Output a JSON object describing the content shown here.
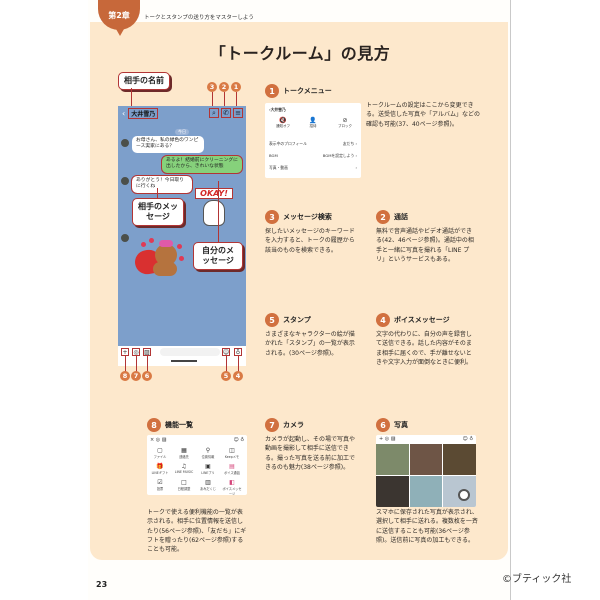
{
  "header": {
    "chapter_badge": "第2章",
    "chapter_subtitle": "トークとスタンプの送り方をマスターしよう",
    "page_title": "「トークルーム」の見方"
  },
  "diagram": {
    "name_label": "相手の名前",
    "contact_name": "大井雪乃",
    "date_chip": "今日",
    "messages": [
      {
        "side": "other",
        "text": "お母さん、私の緑色のワンピース実家にある？"
      },
      {
        "side": "mine",
        "text": "あるよ！結婚前にクリーニングに出したから、きれいな状態"
      },
      {
        "side": "other",
        "text": "ありがとう！今日取りに行くね"
      }
    ],
    "other_message_label": "相手のメッセージ",
    "my_message_label": "自分のメッセージ",
    "sticker_text": "OKAY!",
    "top_numbers": [
      "3",
      "2",
      "1"
    ],
    "bottom_numbers_left": [
      "8",
      "7",
      "6"
    ],
    "bottom_numbers_right": [
      "5",
      "4"
    ],
    "header_icons": [
      "search-icon",
      "phone-icon",
      "menu-icon"
    ],
    "input_icons": [
      "plus-icon",
      "camera-icon",
      "image-icon",
      "emoji-icon",
      "mic-icon"
    ]
  },
  "sections": [
    {
      "num": "1",
      "title": "トークメニュー",
      "text": "トークルームの設定はここから変更できる。送受信した写真や「アルバム」などの確認も可能(37、40ページ参照)。"
    },
    {
      "num": "2",
      "title": "通話",
      "text": "無料で音声通話やビデオ通話ができる(42、46ページ参照)。通話中の相手と一緒に写真を撮れる「LINE プリ」というサービスもある。"
    },
    {
      "num": "3",
      "title": "メッセージ検索",
      "text": "探したいメッセージのキーワードを入力すると、トークの履歴から該当のものを検索できる。"
    },
    {
      "num": "4",
      "title": "ボイスメッセージ",
      "text": "文字の代わりに、自分の声を録音して送信できる。話した内容がそのまま相手に届くので、手が離せないときや文字入力が面倒なときに便利。"
    },
    {
      "num": "5",
      "title": "スタンプ",
      "text": "さまざまなキャラクターの絵が描かれた「スタンプ」の一覧が表示される。(30ページ参照)。"
    },
    {
      "num": "6",
      "title": "写真",
      "text": "スマホに保存された写真が表示され、選択して相手に送れる。複数枚を一斉に送信することも可能(36ページ参照)。送信前に写真の加工もできる。"
    },
    {
      "num": "7",
      "title": "カメラ",
      "text": "カメラが起動し、その場で写真や動画を撮影して相手に送信できる。撮った写真を送る前に加工できるのも魅力(38ページ参照)。"
    },
    {
      "num": "8",
      "title": "機能一覧",
      "text": "トークで使える便利機能の一覧が表示される。相手に位置情報を送信したり(56ページ参照)、「友だち」にギフトを贈ったり(62ページ参照)することも可能。"
    }
  ],
  "menu_screenshot": {
    "name": "大井雪乃",
    "items": [
      {
        "icon": "🔇",
        "label": "通知オフ"
      },
      {
        "icon": "👤",
        "label": "招待"
      },
      {
        "icon": "⊘",
        "label": "ブロック"
      }
    ],
    "rows": [
      {
        "label": "表示中のプロフィール",
        "value": "友だち ›"
      },
      {
        "label": "BGM",
        "value": "BGMを設定しよう ›"
      },
      {
        "label": "写真・動画",
        "value": "›"
      }
    ]
  },
  "feature_grid": {
    "items": [
      {
        "icon": "▢",
        "label": "ファイル"
      },
      {
        "icon": "▦",
        "label": "連絡先"
      },
      {
        "icon": "⚲",
        "label": "位置情報"
      },
      {
        "icon": "◫",
        "label": "Keepメモ"
      },
      {
        "icon": "🎁",
        "label": "LINEギフト"
      },
      {
        "icon": "♫",
        "label": "LINE MUSIC"
      },
      {
        "icon": "▣",
        "label": "LINEプリ"
      },
      {
        "icon": "▤",
        "label": "ボイス通話"
      },
      {
        "icon": "☑",
        "label": "投票"
      },
      {
        "icon": "□",
        "label": "日程調整"
      },
      {
        "icon": "▥",
        "label": "あみだくじ"
      },
      {
        "icon": "◧",
        "label": "ボイスメッセージ"
      }
    ]
  },
  "footer": {
    "page_number": "23",
    "copyright": "©ブティック社"
  },
  "colors": {
    "accent_orange": "#d1703f",
    "label_red": "#b23535",
    "page_bg": "#fde8cc",
    "chat_bg": "#7d9fcb",
    "my_bubble": "#86d17b"
  }
}
